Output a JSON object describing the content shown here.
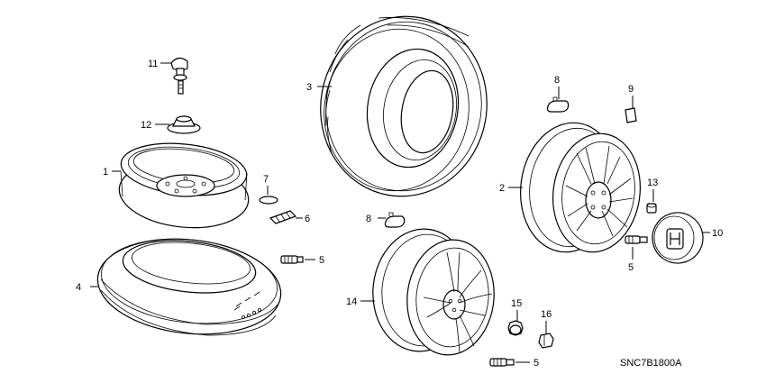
{
  "diagram": {
    "parts": [
      {
        "key": "p1",
        "label": "1",
        "name": "spare-steel-wheel"
      },
      {
        "key": "p2",
        "label": "2",
        "name": "alloy-wheel-a"
      },
      {
        "key": "p3",
        "label": "3",
        "name": "tire"
      },
      {
        "key": "p4",
        "label": "4",
        "name": "spare-tire"
      },
      {
        "key": "p5a",
        "label": "5",
        "name": "valve-stem"
      },
      {
        "key": "p5b",
        "label": "5",
        "name": "valve-stem"
      },
      {
        "key": "p5c",
        "label": "5",
        "name": "valve-stem"
      },
      {
        "key": "p6",
        "label": "6",
        "name": "balance-weight-strip"
      },
      {
        "key": "p7",
        "label": "7",
        "name": "balance-weight-disc"
      },
      {
        "key": "p8a",
        "label": "8",
        "name": "clip-on-balance-weight"
      },
      {
        "key": "p8b",
        "label": "8",
        "name": "clip-on-balance-weight"
      },
      {
        "key": "p9",
        "label": "9",
        "name": "adhesive-balance-weight"
      },
      {
        "key": "p10",
        "label": "10",
        "name": "center-cap"
      },
      {
        "key": "p11",
        "label": "11",
        "name": "spare-tire-bolt"
      },
      {
        "key": "p12",
        "label": "12",
        "name": "spare-tire-nut"
      },
      {
        "key": "p13",
        "label": "13",
        "name": "wheel-nut"
      },
      {
        "key": "p14",
        "label": "14",
        "name": "alloy-wheel-b"
      },
      {
        "key": "p15",
        "label": "15",
        "name": "center-cap-small"
      },
      {
        "key": "p16",
        "label": "16",
        "name": "lug-nut"
      }
    ],
    "code": "SNC7B1800A"
  }
}
